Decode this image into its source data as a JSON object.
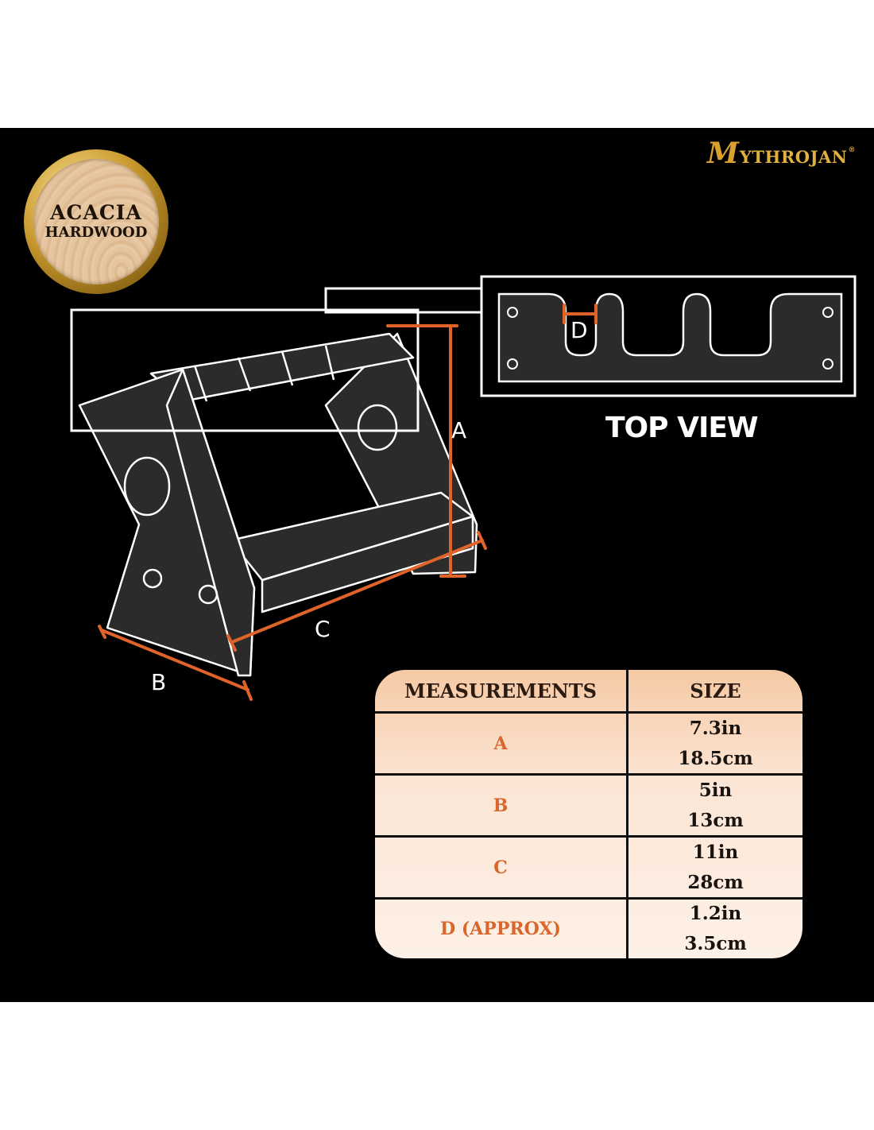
{
  "badge": {
    "line1": "ACACIA",
    "line2": "HARDWOOD"
  },
  "brand": {
    "initial": "M",
    "rest": "YTHROJAN",
    "mark": "®"
  },
  "labels": {
    "a": "A",
    "b": "B",
    "c": "C",
    "d": "D",
    "top_view": "TOP VIEW"
  },
  "table": {
    "headers": [
      "MEASUREMENTS",
      "SIZE"
    ],
    "rows": [
      {
        "dimension": "A",
        "inches": "7.3in",
        "cm": "18.5cm"
      },
      {
        "dimension": "B",
        "inches": "5in",
        "cm": "13cm"
      },
      {
        "dimension": "C",
        "inches": "11in",
        "cm": "28cm"
      },
      {
        "dimension": "D (APPROX)",
        "inches": "1.2in",
        "cm": "3.5cm"
      }
    ]
  },
  "colors": {
    "background": "#000000",
    "accent": "#e0642a",
    "outline": "#ffffff",
    "gold": "#e0b040",
    "table_fill": "#fbe6d6"
  }
}
